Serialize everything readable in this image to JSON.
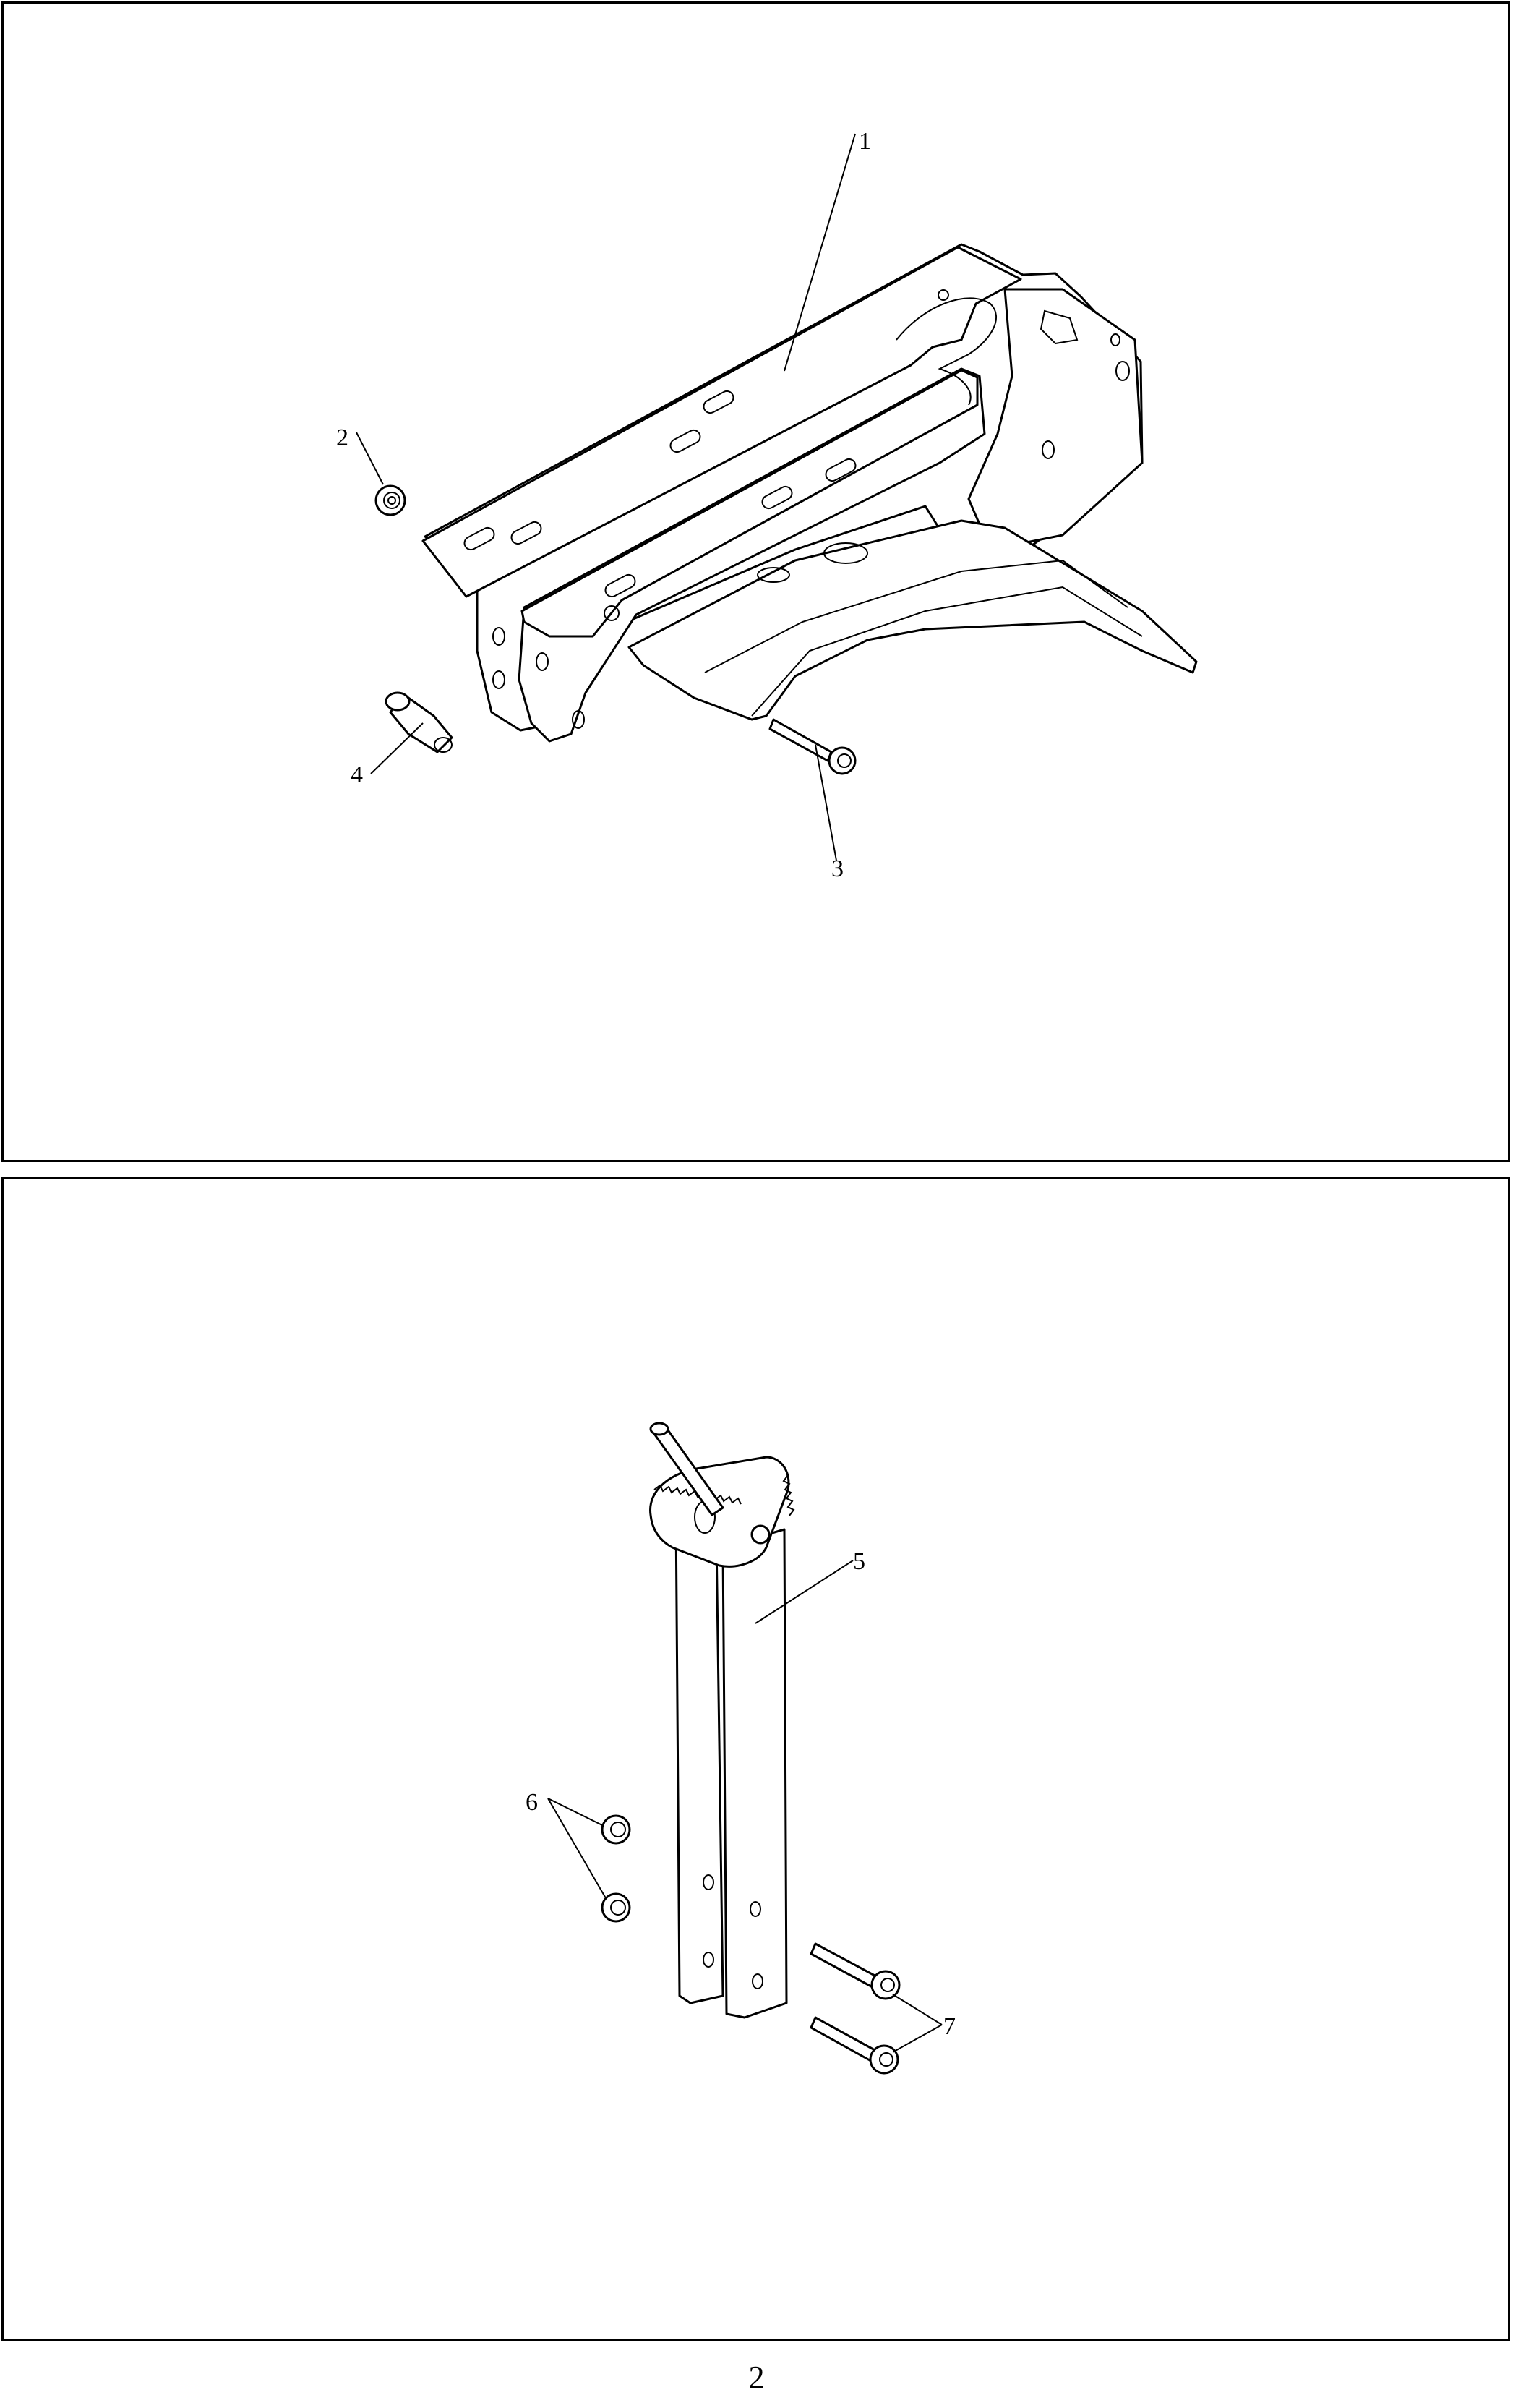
{
  "top_view": {
    "callouts": {
      "part_1": "1",
      "part_2": "2",
      "part_3": "3",
      "part_4": "4"
    }
  },
  "bottom_view": {
    "callouts": {
      "part_5": "5",
      "part_6": "6",
      "part_7": "7"
    }
  },
  "footer": {
    "page_number": "2"
  }
}
